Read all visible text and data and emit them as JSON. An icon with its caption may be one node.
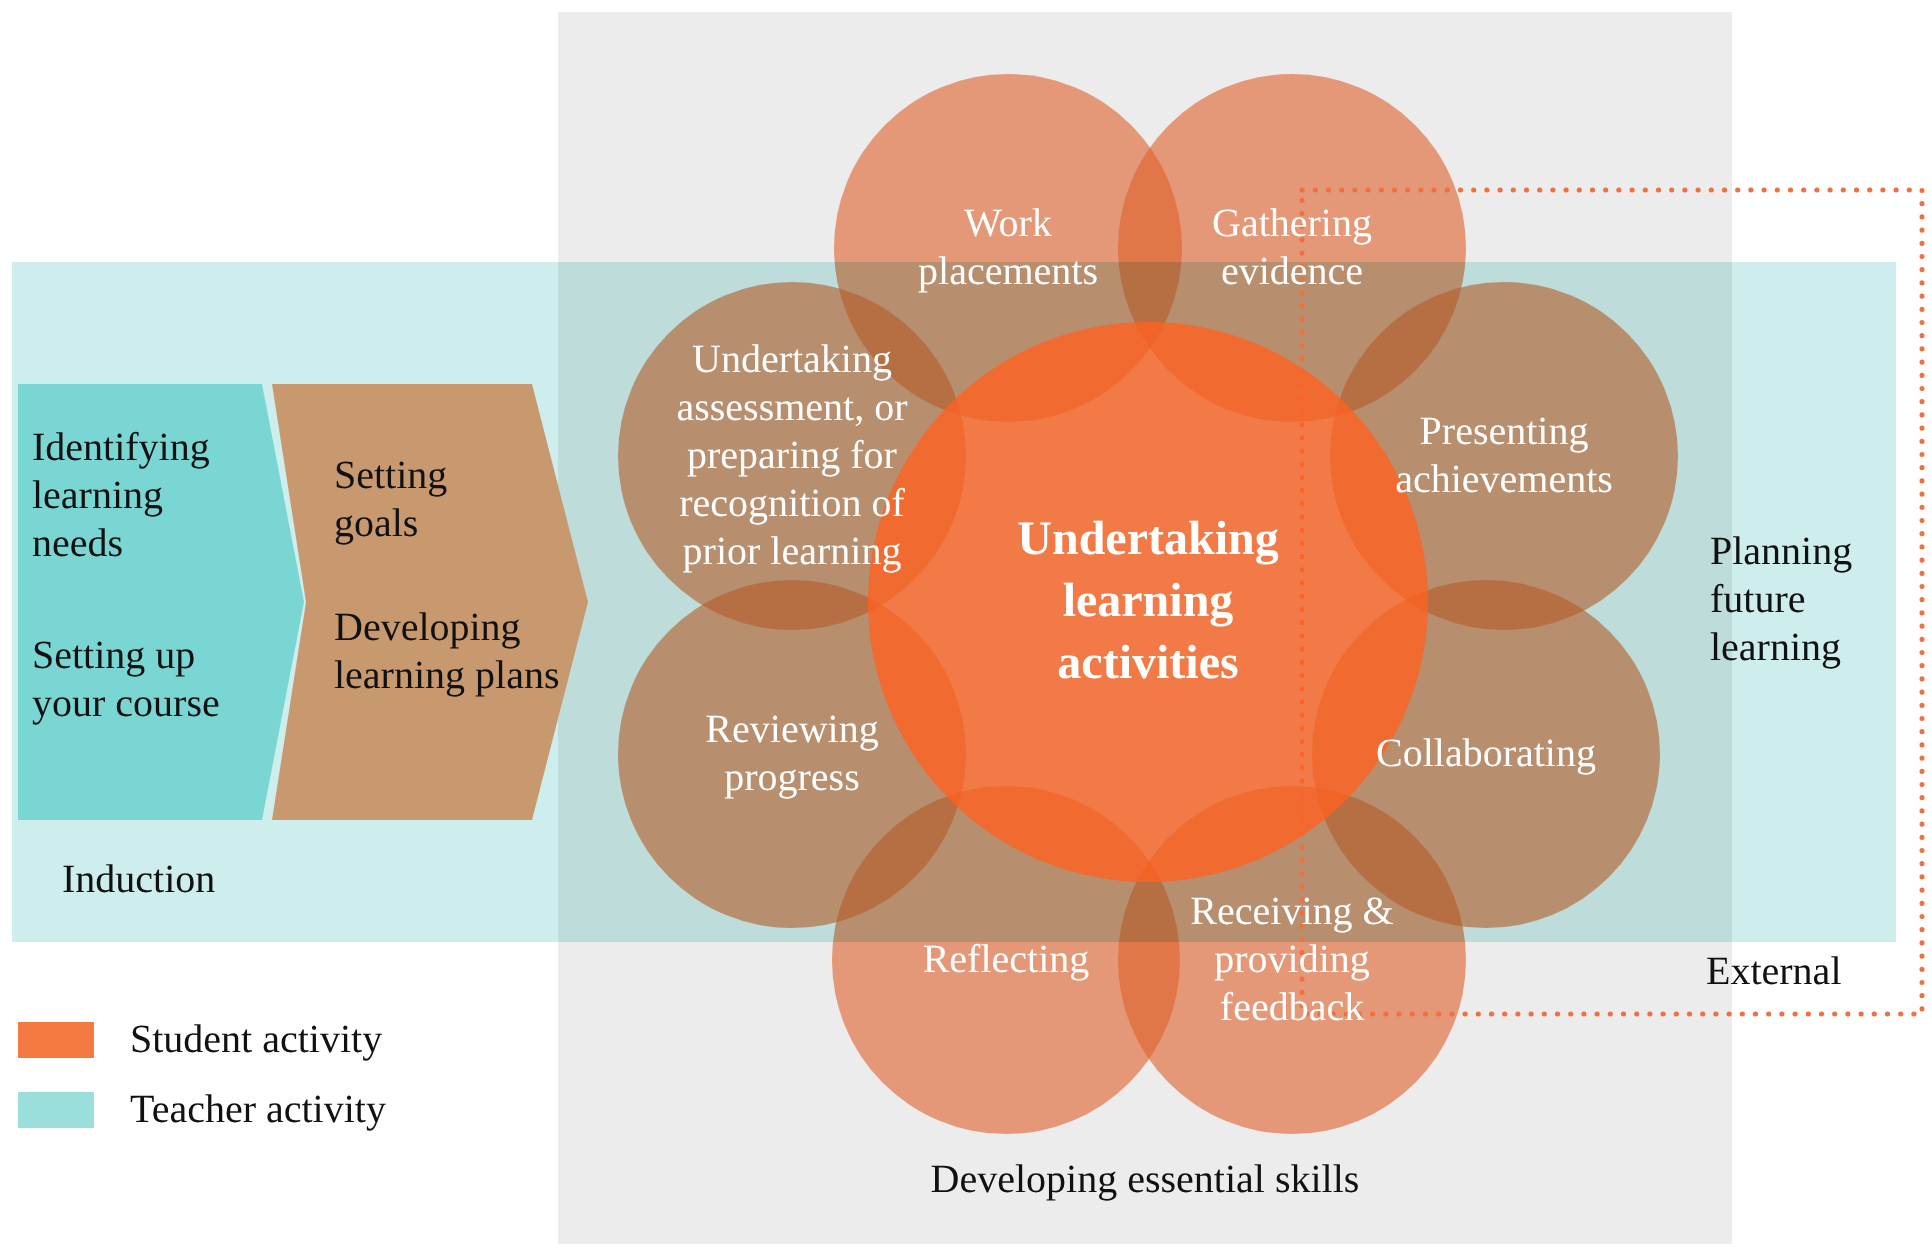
{
  "diagram": {
    "nodes": [
      {
        "text": [
          "Developing essential skills"
        ]
      },
      {
        "text": [
          "Induction"
        ]
      },
      {
        "text": [
          "Planning future learning",
          "External"
        ]
      },
      {
        "text": [
          "Identifying learning needs",
          "Setting up your course"
        ],
        "in": 1
      },
      {
        "text": [
          "Setting goals",
          "Developing learning plans"
        ],
        "in": 1
      },
      {
        "text": [
          "Work placements"
        ],
        "in": 0
      },
      {
        "text": [
          "Gathering evidence"
        ],
        "in": 0
      },
      {
        "text": [
          "Undertaking assessment, or preparing for recognition of prior learning"
        ]
      },
      {
        "text": [
          "Undertaking learning activities"
        ]
      },
      {
        "text": [
          "Presenting achievements"
        ]
      },
      {
        "text": [
          "Reviewing progress"
        ]
      },
      {
        "text": [
          "Collaborating"
        ]
      },
      {
        "text": [
          "Reflecting"
        ],
        "in": 0
      },
      {
        "text": [
          "Receiving & providing feedback"
        ],
        "in": 0
      }
    ],
    "legend": [
      {
        "text": "Student activity",
        "color": "#f47a42"
      },
      {
        "text": "Teacher activity",
        "color": "#9adfdc"
      }
    ]
  }
}
